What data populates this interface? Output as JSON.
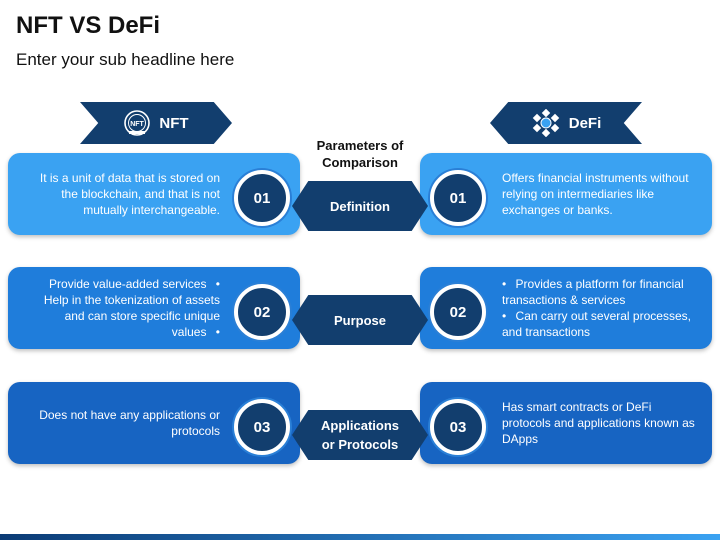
{
  "title": "NFT VS DeFi",
  "subtitle": "Enter your sub headline here",
  "nft_label": "NFT",
  "nft_icon_text": "NFT",
  "defi_label": "DeFi",
  "params_heading_line1": "Parameters of",
  "params_heading_line2": "Comparison",
  "rows": [
    {
      "number": "01",
      "param_line1": "Definition",
      "param_line2": "",
      "nft": [
        "It is a unit of data that is stored on the blockchain, and that is not mutually interchangeable."
      ],
      "defi": [
        "Offers financial instruments without relying on intermediaries like exchanges or banks."
      ]
    },
    {
      "number": "02",
      "param_line1": "Purpose",
      "param_line2": "",
      "nft": [
        "Provide value-added services",
        "Help in the tokenization of assets and can store specific unique values"
      ],
      "defi": [
        "Provides a platform for financial transactions & services",
        "Can carry out several processes, and transactions"
      ]
    },
    {
      "number": "03",
      "param_line1": "Applications",
      "param_line2": "or Protocols",
      "nft": [
        "Does not have any applications or protocols"
      ],
      "defi": [
        "Has smart contracts or DeFi protocols and applications known as DApps"
      ]
    }
  ]
}
